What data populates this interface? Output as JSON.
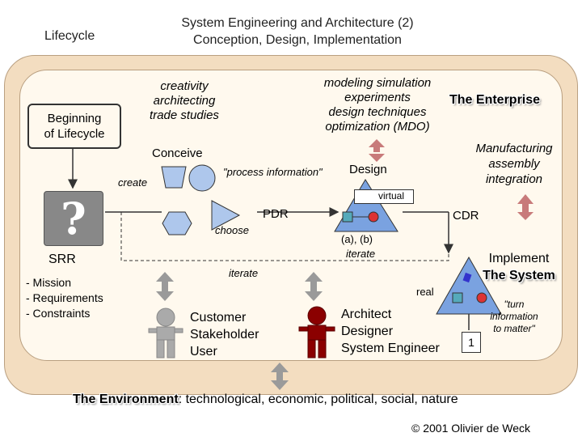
{
  "header": {
    "title_line1": "System Engineering and Architecture (2)",
    "title_line2": "Conception, Design, Implementation",
    "lifecycle": "Lifecycle"
  },
  "beginning": {
    "line1": "Beginning",
    "line2": "of Lifecycle"
  },
  "creativity": [
    "creativity",
    "architecting",
    "trade studies"
  ],
  "modeling": [
    "modeling simulation",
    "experiments",
    "design techniques",
    "optimization (MDO)"
  ],
  "enterprise": "The Enterprise",
  "manufacturing": [
    "Manufacturing",
    "assembly",
    "integration"
  ],
  "conceive": "Conceive",
  "create": "create",
  "process_info": "\"process information\"",
  "design": "Design",
  "virtual": "virtual",
  "pdr": "PDR",
  "cdr": "CDR",
  "choose": "choose",
  "ab": "(a), (b)",
  "iterate_right": "iterate",
  "iterate_left": "iterate",
  "srr": "SRR",
  "srr_items": [
    "- Mission",
    "- Requirements",
    "- Constraints"
  ],
  "implement": [
    "Implement",
    "The System"
  ],
  "real": "real",
  "turn": [
    "\"turn",
    "information",
    "to matter\""
  ],
  "customer": [
    "Customer",
    "Stakeholder",
    "User"
  ],
  "architect": [
    "Architect",
    "Designer",
    "System Engineer"
  ],
  "one": "1",
  "environment": {
    "label": "The Environment",
    "rest": ": technological, economic, political, social, nature"
  },
  "copyright": "© 2001 Olivier de Weck",
  "colors": {
    "outer": "#f3ddc0",
    "inner": "#fff9ee",
    "arrow_pink": "#c87a7a",
    "arrow_gray": "#9a9a9a",
    "figure_red": "#8b0000",
    "figure_gray": "#aaaaaa",
    "shape_blue": "#aec7ec",
    "tri_blue": "#7aa2e0"
  }
}
